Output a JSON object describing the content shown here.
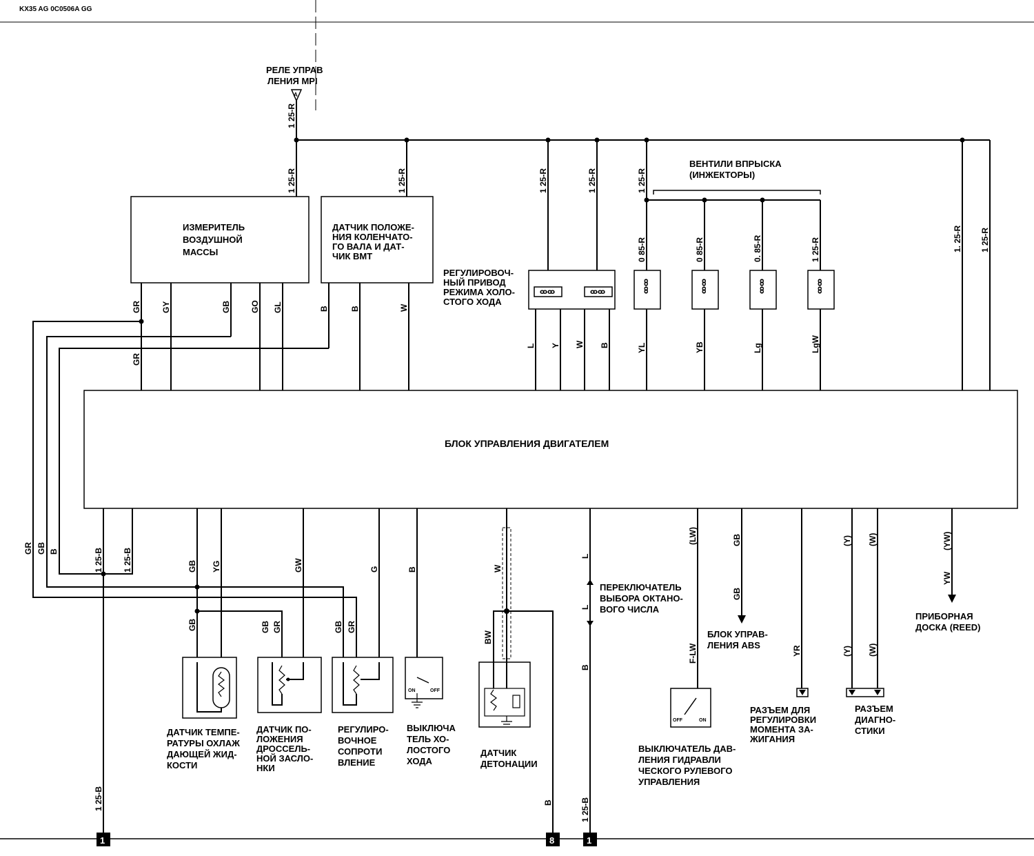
{
  "header": {
    "code": "KX35 AG 0C0506A GG"
  },
  "relay": {
    "line1": "РЕЛЕ УПРАВ",
    "line2": "ЛЕНИЯ MPI",
    "terminal": "A"
  },
  "components": {
    "air_mass_meter": [
      "ИЗМЕРИТЕЛЬ",
      "ВОЗДУШНОЙ",
      "МАССЫ"
    ],
    "crank_sensor": [
      "ДАТЧИК ПОЛОЖЕ-",
      "НИЯ КОЛЕНЧАТО-",
      "ГО ВАЛА И ДАТ-",
      "ЧИК ВМТ"
    ],
    "idle_actuator": [
      "РЕГУЛИРОВОЧ-",
      "НЫЙ ПРИВОД",
      "РЕЖИМА ХОЛО-",
      "СТОГО ХОДА"
    ],
    "injectors": [
      "ВЕНТИЛИ ВПРЫСКА",
      "(ИНЖЕКТОРЫ)"
    ],
    "ecu": "БЛОК УПРАВЛЕНИЯ ДВИГАТЕЛЕМ",
    "coolant_sensor": [
      "ДАТЧИК ТЕМПЕ-",
      "РАТУРЫ ОХЛАЖ",
      "ДАЮЩЕЙ ЖИД-",
      "КОСТИ"
    ],
    "throttle_sensor": [
      "ДАТЧИК ПО-",
      "ЛОЖЕНИЯ",
      "ДРОССЕЛЬ-",
      "НОЙ ЗАСЛО-",
      "НКИ"
    ],
    "variable_resistor": [
      "РЕГУЛИРО-",
      "ВОЧНОЕ",
      "СОПРОТИ",
      "ВЛЕНИЕ"
    ],
    "idle_switch": [
      "ВЫКЛЮЧА",
      "ТЕЛЬ ХО-",
      "ЛОСТОГО",
      "ХОДА"
    ],
    "knock_sensor": [
      "ДАТЧИК",
      "ДЕТОНАЦИИ"
    ],
    "octane_switch": [
      "ПЕРЕКЛЮЧАТЕЛЬ",
      "ВЫБОРА ОКТАНО-",
      "ВОГО ЧИСЛА"
    ],
    "abs": [
      "БЛОК УПРАВ-",
      "ЛЕНИЯ ABS"
    ],
    "ps_switch": [
      "ВЫКЛЮЧАТЕЛЬ ДАВ-",
      "ЛЕНИЯ ГИДРАВЛИ",
      "ЧЕСКОГО РУЛЕВОГО",
      "УПРАВЛЕНИЯ"
    ],
    "timing_connector": [
      "РАЗЪЕМ ДЛЯ",
      "РЕГУЛИРОВКИ",
      "МОМЕНТА ЗА-",
      "ЖИГАНИЯ"
    ],
    "diag_connector": [
      "РАЗЪЕМ",
      "ДИАГНО-",
      "СТИКИ"
    ],
    "instrument_panel": [
      "ПРИБОРНАЯ",
      "ДОСКА (REED)"
    ]
  },
  "switch_states": {
    "on": "ON",
    "off": "OFF"
  },
  "wires": {
    "relay_1": "1 25-R",
    "relay_2": "1 25-R",
    "crank_pwr": "1 25-R",
    "idle_a": "1 25-R",
    "idle_b": "1 25-R",
    "inj_main": "1 25-R",
    "inj1": "0 85-R",
    "inj2": "0 85-R",
    "inj3": "0. 85-R",
    "inj4": "1 25-R",
    "right1": "1. 25-R",
    "right2": "1 25-R",
    "am_gr": "GR",
    "am_gy": "GY",
    "am_gb": "GB",
    "am_go": "GO",
    "am_gl": "GL",
    "am_gr2": "GR",
    "cs_b1": "B",
    "cs_b2": "B",
    "cs_w": "W",
    "ia_l": "L",
    "ia_y": "Y",
    "ia_w": "W",
    "ia_b": "B",
    "in_yl": "YL",
    "in_yb": "YB",
    "in_lg": "Lg",
    "in_lgw": "LgW",
    "left_gr": "GR",
    "left_gb": "GB",
    "left_b": "B",
    "gnd1": "1 25-B",
    "gnd2": "1 25-B",
    "ct_gb": "GB",
    "ct_yg": "YG",
    "tp_gw": "GW",
    "vr_g": "G",
    "is_b": "B",
    "ct_gb2": "GB",
    "tp_gb": "GB",
    "tp_gr": "GR",
    "vr_gb": "GB",
    "vr_gr": "GR",
    "kn_w": "W",
    "kn_bw": "BW",
    "oc_l1": "L",
    "oc_l2": "L",
    "oc_b": "B",
    "ps_lw": "(LW)",
    "ps_flw": "F-LW",
    "abs_gb1": "GB",
    "abs_gb2": "GB",
    "tm_yr": "YR",
    "dg_y1": "(Y)",
    "dg_w1": "(W)",
    "dg_y2": "(Y)",
    "dg_w2": "(W)",
    "ip_yw1": "(YW)",
    "ip_yw2": "YW",
    "gnd_left": "1 25-B",
    "gnd_kn": "B",
    "gnd_oc": "1 25-B"
  },
  "ground_points": {
    "left": "1",
    "mid": "8",
    "right": "1"
  }
}
